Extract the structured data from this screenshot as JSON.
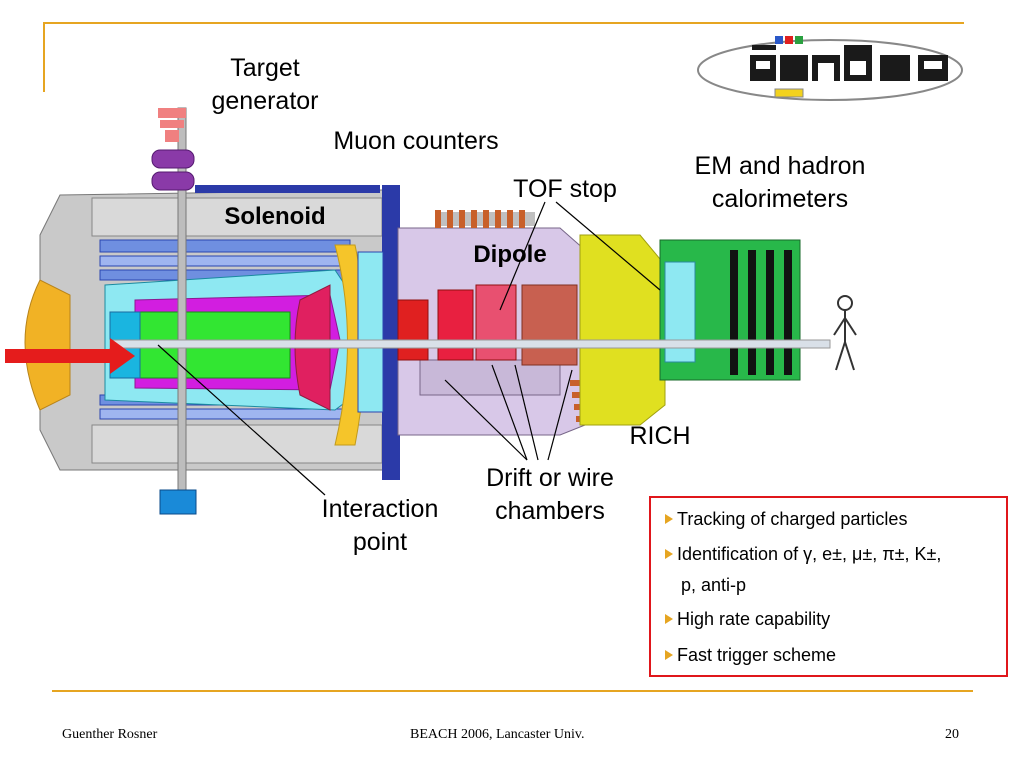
{
  "slide": {
    "page_number": "20",
    "footer_left": "Guenther Rosner",
    "footer_center": "BEACH 2006, Lancaster Univ."
  },
  "logo": {
    "text": "panda"
  },
  "labels": {
    "target_generator": [
      "Target",
      "generator"
    ],
    "muon_counters": "Muon counters",
    "em_hadron": [
      "EM and hadron",
      "calorimeters"
    ],
    "tof_stop": "TOF stop",
    "solenoid": "Solenoid",
    "dipole": "Dipole",
    "rich": "RICH",
    "drift_chambers": [
      "Drift or wire",
      "chambers"
    ],
    "interaction_point": [
      "Interaction",
      "point"
    ]
  },
  "bullets": [
    "Tracking of charged particles",
    "Identification of γ, e±, μ±, π±, K±,",
    "p, anti-p",
    "High rate capability",
    "Fast trigger scheme"
  ],
  "colors": {
    "accent_orange": "#e6a521",
    "box_red": "#e0161b"
  }
}
